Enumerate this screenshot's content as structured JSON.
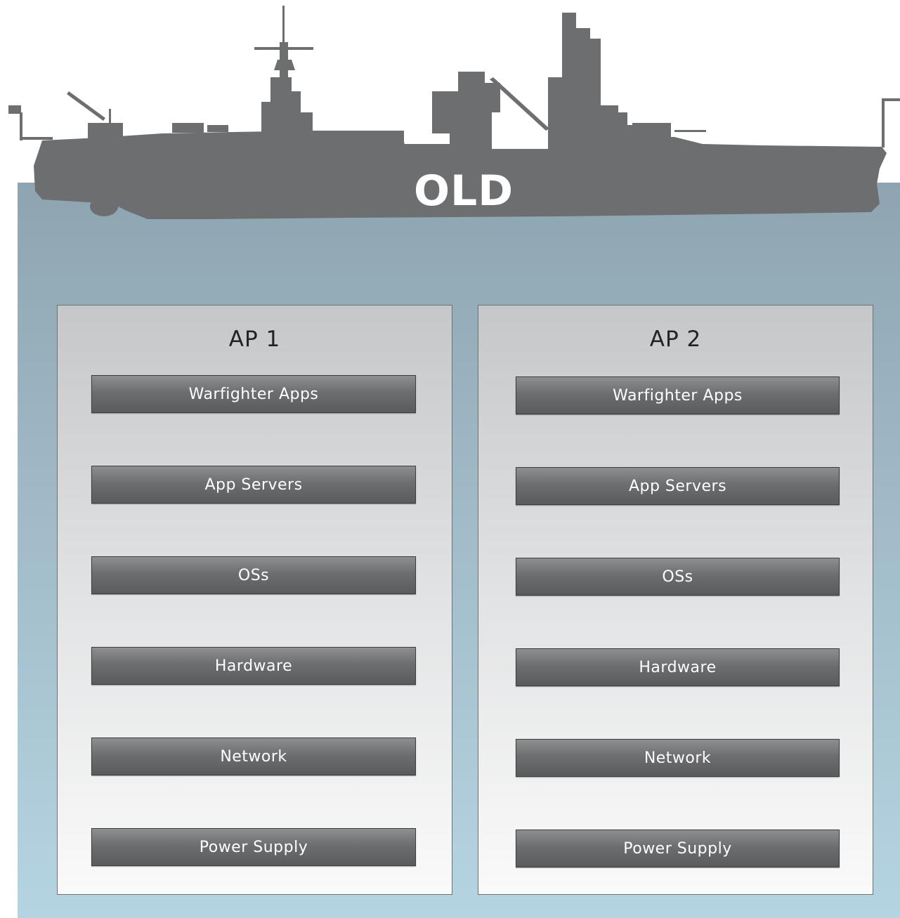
{
  "ship": {
    "label": "OLD",
    "hull_color": "#6d6e70"
  },
  "colors": {
    "sea_top": "#8ea5b1",
    "sea_bottom": "#b5d4e2",
    "layer_fill": "#6d6e70",
    "panel_fill": "#e2e3e4"
  },
  "stacks": [
    {
      "title": "AP 1",
      "layers": [
        "Warfighter Apps",
        "App Servers",
        "OSs",
        "Hardware",
        "Network",
        "Power Supply"
      ]
    },
    {
      "title": "AP 2",
      "layers": [
        "Warfighter Apps",
        "App Servers",
        "OSs",
        "Hardware",
        "Network",
        "Power Supply"
      ]
    }
  ]
}
